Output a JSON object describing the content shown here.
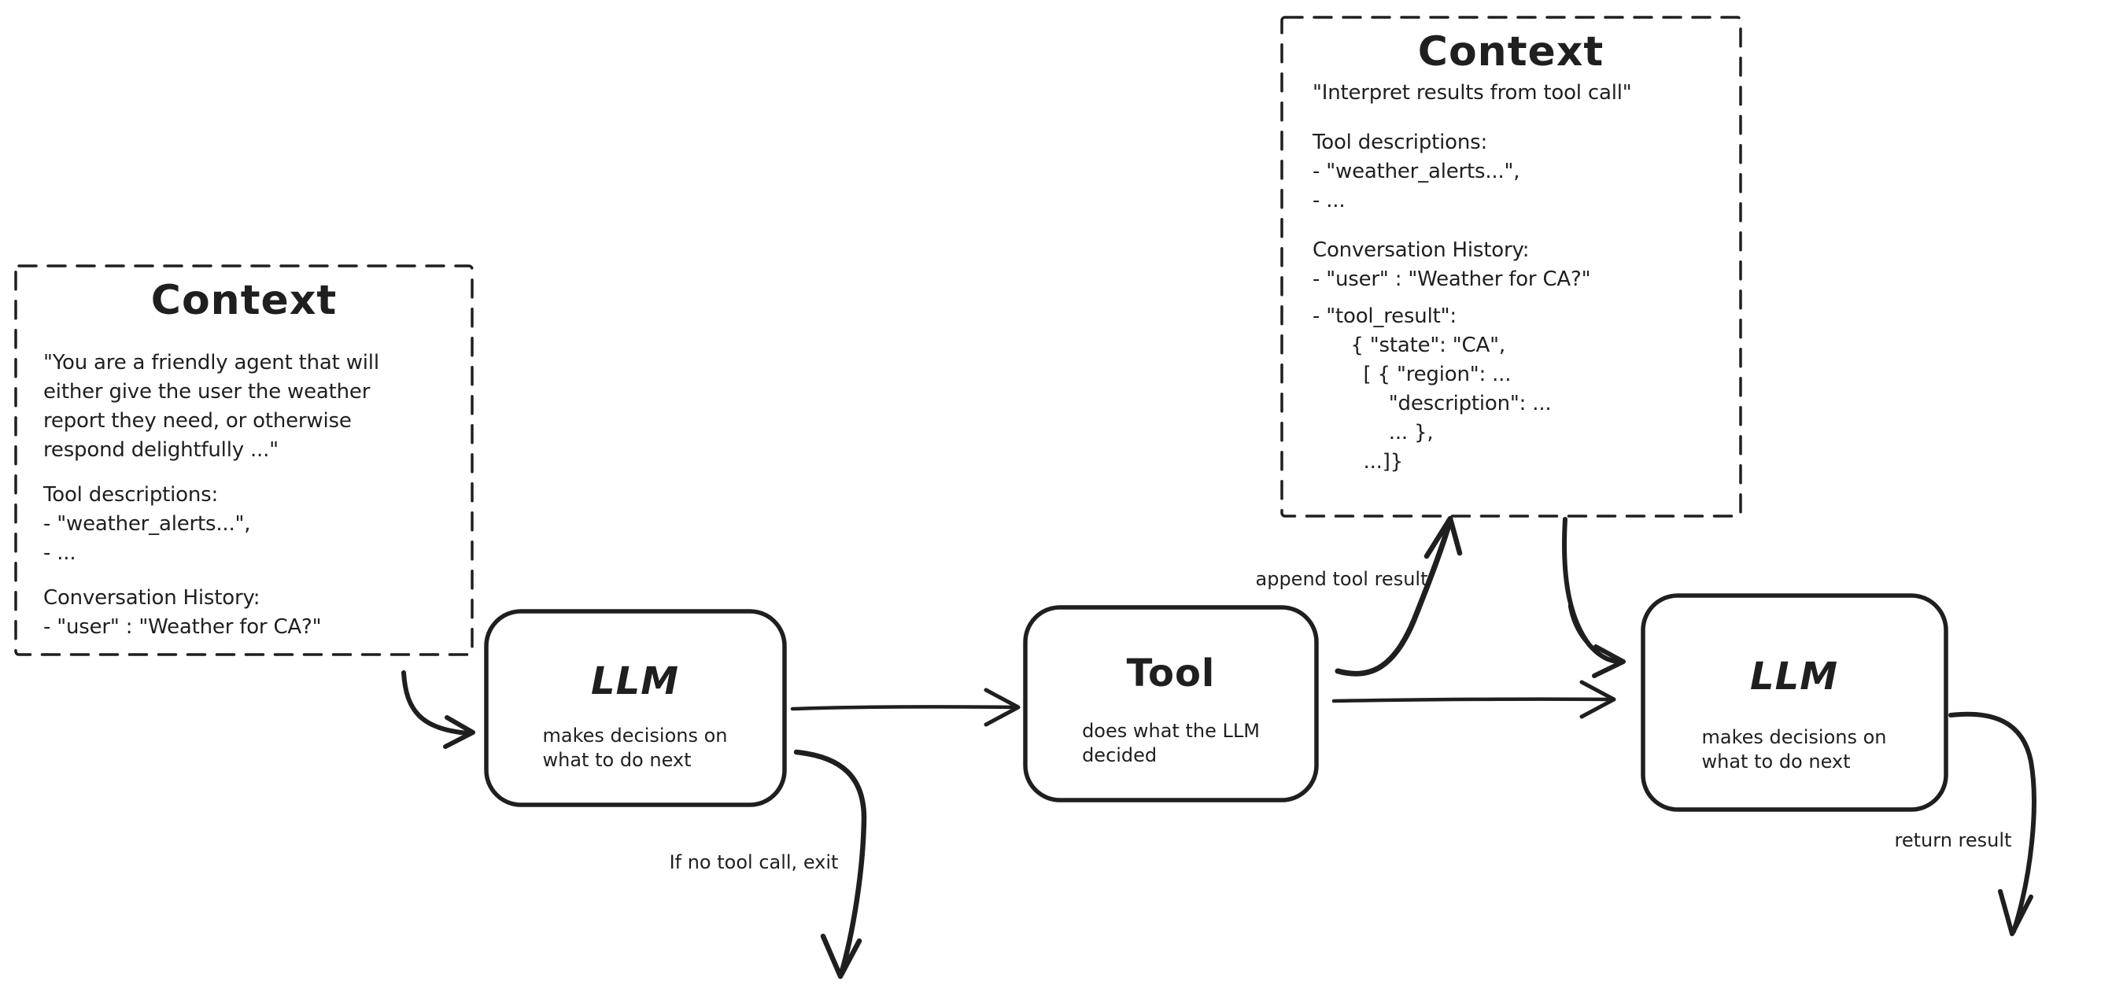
{
  "palette": {
    "background": "#ffffff",
    "ink": "#1f1f1f"
  },
  "boxes": {
    "context_left": {
      "title": "Context",
      "p1": "\"You are a friendly agent that will\neither give the user the weather\nreport they need, or otherwise\nrespond delightfully ...\"",
      "p2": "Tool descriptions:\n- \"weather_alerts...\",\n- ...",
      "p3": "Conversation History:\n- \"user\" : \"Weather for CA?\""
    },
    "context_top": {
      "title": "Context",
      "p1": "\"Interpret results from tool call\"",
      "p2": "Tool descriptions:\n- \"weather_alerts...\",\n- ...",
      "p3": "Conversation History:\n- \"user\" : \"Weather for CA?\"",
      "p4": "- \"tool_result\":\n      { \"state\": \"CA\",\n        [ { \"region\": ...\n            \"description\": ...\n            ... },\n        ...]}"
    },
    "llm_first": {
      "title": "LLM",
      "subtitle": "makes decisions on\nwhat to do next"
    },
    "tool": {
      "title": "Tool",
      "subtitle": "does what the LLM\ndecided"
    },
    "llm_second": {
      "title": "LLM",
      "subtitle": "makes decisions on\nwhat to do next"
    }
  },
  "edge_labels": {
    "append_tool_result": "append tool result",
    "if_no_tool_call_exit": "If no tool call, exit",
    "return_result": "return result"
  }
}
